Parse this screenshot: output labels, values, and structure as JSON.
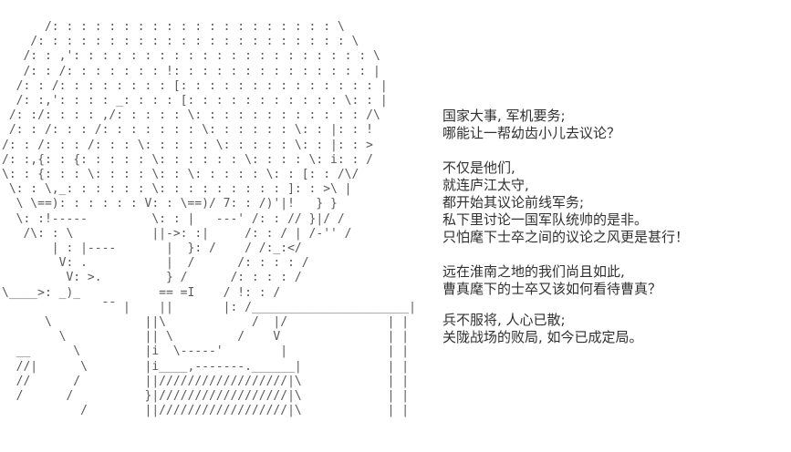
{
  "colors": {
    "background": "#ffffff",
    "art": "#5a5a5a",
    "text": "#303030"
  },
  "ascii_art": {
    "lines": [
      "      /: : : : : : : : : : : : : : : : : : : : \\",
      "    /: : : : : : : : : : : : : : : : : : : : : : \\",
      "   /: : ,': : : : : : : : : : : : : : : : : : : : : \\",
      "   /: : /: : : : : : : !: : : : : : : : : : : : : : |",
      "  /: : /: : : : : : : : [: : : : : : : : : : : : : : |",
      "  /: :,': : : : _: : : : [: : : : : : : : : : : \\: : |",
      " /: :/: : : : ,/: : : : : \\: : : : : : : : : : : : /\\",
      " /: : /: : : /: : : : : : : \\: : : : : : \\: : |: : !",
      "/: : /: : : /: : : \\: : : : : \\: : : : : \\: : |: : >",
      "/: :,{: : {: : : : : \\: : : : : : \\: : : : \\: i: : /",
      "\\: : {: : : \\: : : : \\: : \\: : : : : \\: : [: : /\\/",
      " \\: : \\,_: : : : : : \\: : : : : : : : : ]: : >\\ |",
      "  \\ \\==): : : : : : V: : \\==)/ 7: : /)'|!   } }",
      "  \\: :!-----         \\: : |   ---' /: : // }|/ /",
      "   /\\: : \\           ||->: :|     /: : / | /-'' /",
      "       | : |----       |  }: /    / /:_:</",
      "        V: .           |  /      /: : : : /",
      "         V: >.         } /      /: : : : /",
      "\\____>: _)_           == =I    / !: : /",
      "              ¯¯ |    ||       |: /______________________|",
      "      \\             ||\\            /  |/              | |",
      "        \\           || \\         /    V               | |",
      "  __      \\         |i  \\-----'        |              | |",
      "  //|      \\        |i____,-------.______|            | |",
      "  //      /         ||//////////////////|\\            | |",
      "  /      /          }|//////////////////|\\            | |",
      "           /        ||//////////////////|\\            | |"
    ]
  },
  "dialogue": {
    "block1": {
      "lines": [
        "国家大事, 军机要务;",
        "哪能让一帮幼齿小儿去议论？"
      ]
    },
    "block2": {
      "lines": [
        "不仅是他们,",
        "就连庐江太守,",
        "都开始其议论前线军务;",
        "私下里讨论一国军队统帅的是非。",
        "只怕麾下士卒之间的议论之风更是甚行！"
      ]
    },
    "block3": {
      "lines": [
        "远在淮南之地的我们尚且如此,",
        "曹真麾下的士卒又该如何看待曹真？"
      ]
    },
    "block4": {
      "lines": [
        "兵不服将, 人心已散;",
        "关陇战场的败局, 如今已成定局。"
      ]
    }
  }
}
